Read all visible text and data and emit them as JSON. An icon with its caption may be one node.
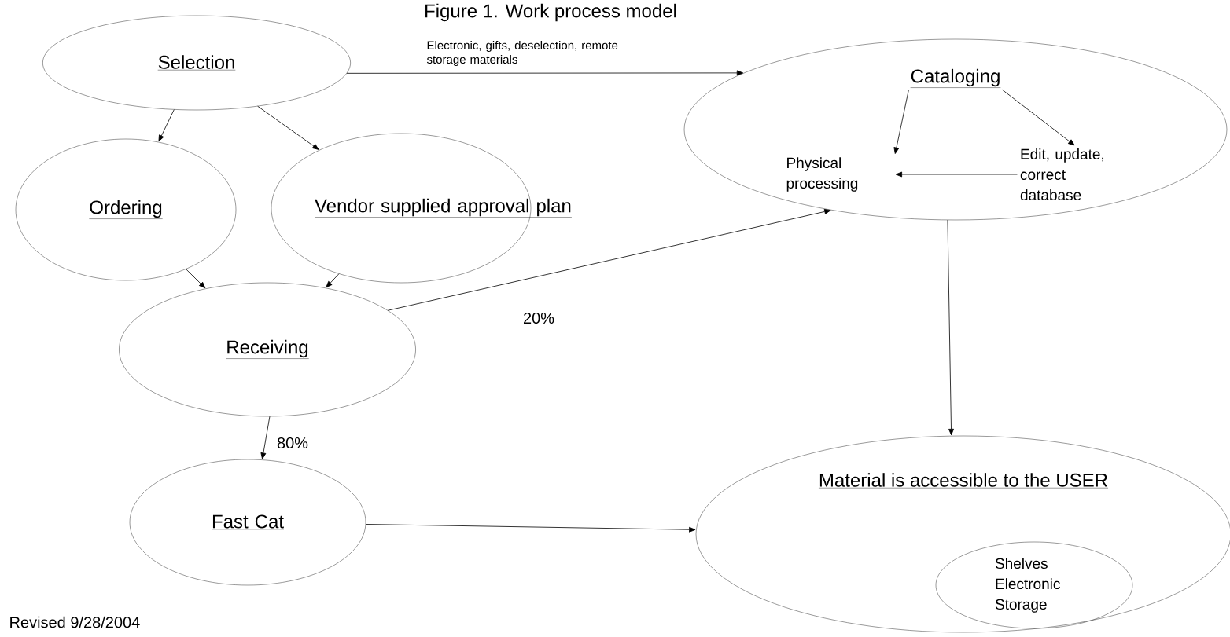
{
  "diagram": {
    "title": "Figure 1. Work process model",
    "nodes": [
      {
        "text": [
          "Selection"
        ]
      },
      {
        "text": [
          "Ordering"
        ]
      },
      {
        "text": [
          "Vendor supplied approval plan"
        ]
      },
      {
        "text": [
          "Receiving"
        ]
      },
      {
        "text": [
          "Fast Cat"
        ]
      },
      {
        "text": [
          "Cataloging"
        ]
      },
      {
        "text": [
          "Physical processing"
        ],
        "in": 5
      },
      {
        "text": [
          "Edit, update, correct database"
        ],
        "in": 5
      },
      {
        "text": [
          "Material is accessible to the USER"
        ]
      },
      {
        "text": [
          "Shelves Electronic Storage"
        ],
        "in": 8
      }
    ],
    "edges": [
      {
        "from": 0,
        "to": 5,
        "arrow": "to",
        "label": "Electronic, gifts, deselection, remote storage materials"
      },
      {
        "from": 0,
        "to": 1,
        "arrow": "to"
      },
      {
        "from": 0,
        "to": 2,
        "arrow": "to"
      },
      {
        "from": 5,
        "to": 6,
        "arrow": "to"
      },
      {
        "from": 5,
        "to": 7,
        "arrow": "to"
      },
      {
        "from": 7,
        "to": 6,
        "arrow": "to"
      },
      {
        "from": 1,
        "to": 3,
        "arrow": "to"
      },
      {
        "from": 2,
        "to": 3,
        "arrow": "to"
      },
      {
        "from": 3,
        "to": 5,
        "arrow": "to",
        "label": "20%"
      },
      {
        "from": 3,
        "to": 4,
        "arrow": "to",
        "label": "80%"
      },
      {
        "from": 5,
        "to": 8,
        "arrow": "to"
      },
      {
        "from": 4,
        "to": 8,
        "arrow": "to"
      }
    ],
    "labels": [
      "Revised 9/28/2004"
    ]
  }
}
